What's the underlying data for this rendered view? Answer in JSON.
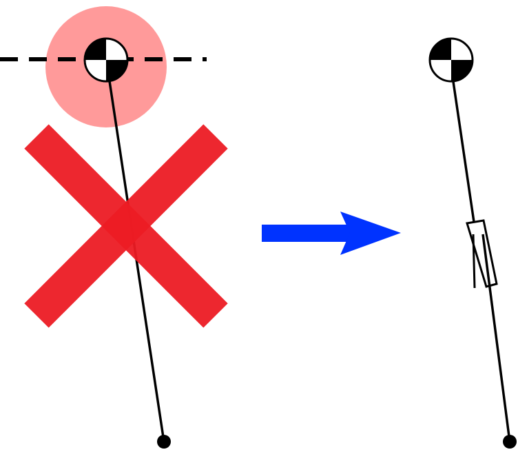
{
  "colors": {
    "background": "#ffffff",
    "stroke": "#000000",
    "cross": "#ed1c24",
    "highlight": "#ff9a9a",
    "arrow": "#0033ff"
  },
  "left_pendulum": {
    "pivot_icon": "center-of-mass-icon",
    "rod": "rigid-rod",
    "bob": "end-mass",
    "highlight": "pivot-highlight-circle",
    "reference_line": "dashed-horizontal-line",
    "marker": "red-x-cross-icon"
  },
  "arrow": {
    "icon": "right-arrow-icon"
  },
  "right_pendulum": {
    "pivot_icon": "center-of-mass-icon",
    "rod": "rod-with-telescopic-joint",
    "joint": "telescopic-sleeve",
    "bob": "end-mass"
  }
}
